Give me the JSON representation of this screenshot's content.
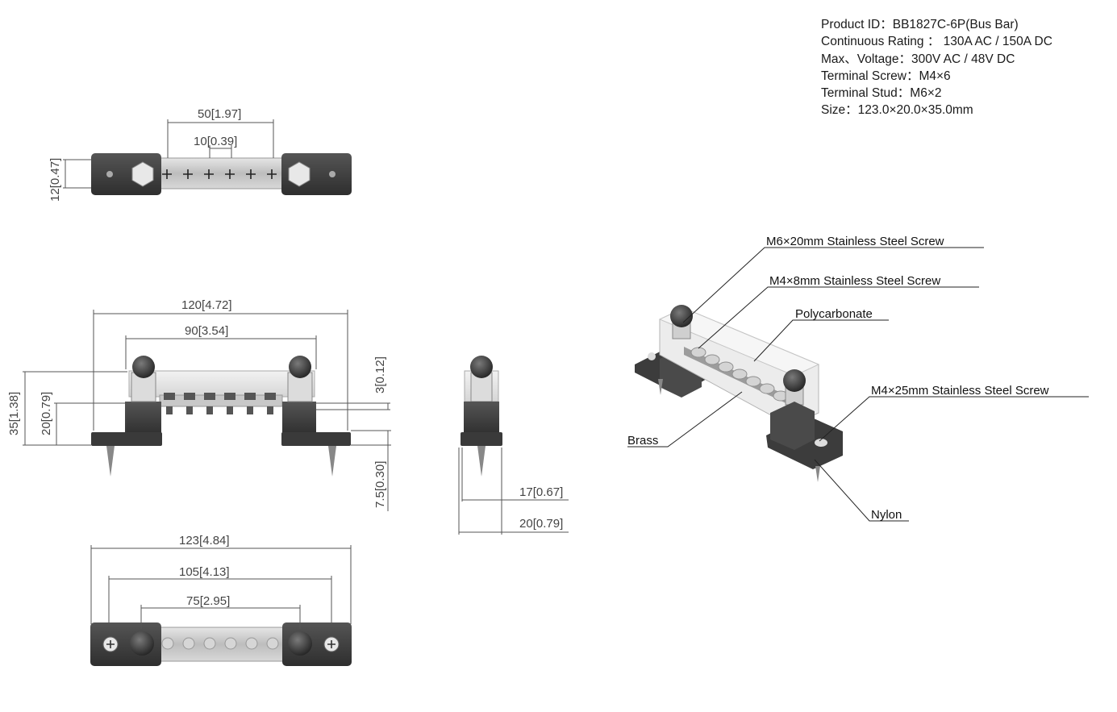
{
  "specs": [
    {
      "label": "Product ID",
      "sep": "：",
      "value": "BB1827C-6P(Bus Bar)"
    },
    {
      "label": "Continuous Rating",
      "sep": " ：",
      "value": " 130A AC / 150A DC"
    },
    {
      "label": "Max、Voltage",
      "sep": "：",
      "value": "300V AC / 48V DC"
    },
    {
      "label": "Terminal Screw",
      "sep": "：",
      "value": "M4×6"
    },
    {
      "label": "Terminal Stud",
      "sep": "：",
      "value": "M6×2"
    },
    {
      "label": "Size",
      "sep": "：",
      "value": "123.0×20.0×35.0mm"
    }
  ],
  "dimensions": {
    "top_span": {
      "mm": "50",
      "in": "1.97"
    },
    "top_pitch": {
      "mm": "10",
      "in": "0.39"
    },
    "top_height": {
      "mm": "12",
      "in": "0.47"
    },
    "front_overall": {
      "mm": "120",
      "in": "4.72"
    },
    "front_studs": {
      "mm": "90",
      "in": "3.54"
    },
    "front_height": {
      "mm": "35",
      "in": "1.38"
    },
    "front_bar_height": {
      "mm": "20",
      "in": "0.79"
    },
    "front_bar_thickness": {
      "mm": "3",
      "in": "0.12"
    },
    "front_screw": {
      "mm": "7.5",
      "in": "0.30"
    },
    "side_base": {
      "mm": "17",
      "in": "0.67"
    },
    "side_overall": {
      "mm": "20",
      "in": "0.79"
    },
    "bottom_overall": {
      "mm": "123",
      "in": "4.84"
    },
    "bottom_holes": {
      "mm": "105",
      "in": "4.13"
    },
    "bottom_studs": {
      "mm": "75",
      "in": "2.95"
    }
  },
  "callouts": {
    "m6_screw": "M6×20mm Stainless Steel Screw",
    "m4_8_screw": "M4×8mm Stainless Steel Screw",
    "polycarbonate": "Polycarbonate",
    "m4_25_screw": "M4×25mm Stainless Steel Screw",
    "brass": "Brass",
    "nylon": "Nylon"
  }
}
